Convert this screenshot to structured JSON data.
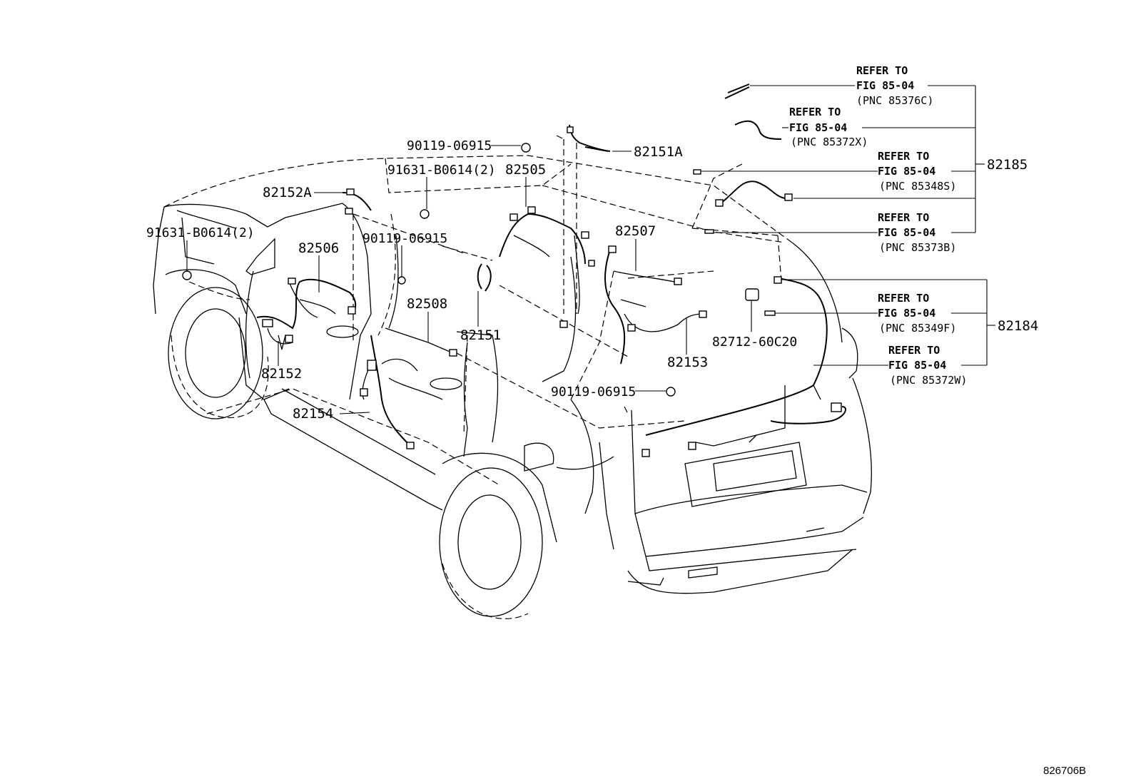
{
  "diagram": {
    "catalog_number": "826706B",
    "labels": {
      "p90119_top": "90119-06915",
      "p82151A": "82151A",
      "p91631_top": "91631-B0614(2)",
      "p82505": "82505",
      "p82152A": "82152A",
      "p91631_left": "91631-B0614(2)",
      "p82506": "82506",
      "p90119_mid": "90119-06915",
      "p82507": "82507",
      "p82508": "82508",
      "p82151": "82151",
      "p82152": "82152",
      "p82153": "82153",
      "p82712": "82712-60C20",
      "p90119_low": "90119-06915",
      "p82154": "82154",
      "p82185": "82185",
      "p82184": "82184"
    },
    "refer_notes": [
      {
        "line1": "REFER TO",
        "line2": "FIG 85-04",
        "line3": "(PNC 85376C)"
      },
      {
        "line1": "REFER TO",
        "line2": "FIG 85-04",
        "line3": "(PNC 85372X)"
      },
      {
        "line1": "REFER TO",
        "line2": "FIG 85-04",
        "line3": "(PNC 85348S)"
      },
      {
        "line1": "REFER TO",
        "line2": "FIG 85-04",
        "line3": "(PNC 85373B)"
      },
      {
        "line1": "REFER TO",
        "line2": "FIG 85-04",
        "line3": "(PNC 85349F)"
      },
      {
        "line1": "REFER TO",
        "line2": "FIG 85-04",
        "line3": "(PNC 85372W)"
      }
    ]
  }
}
